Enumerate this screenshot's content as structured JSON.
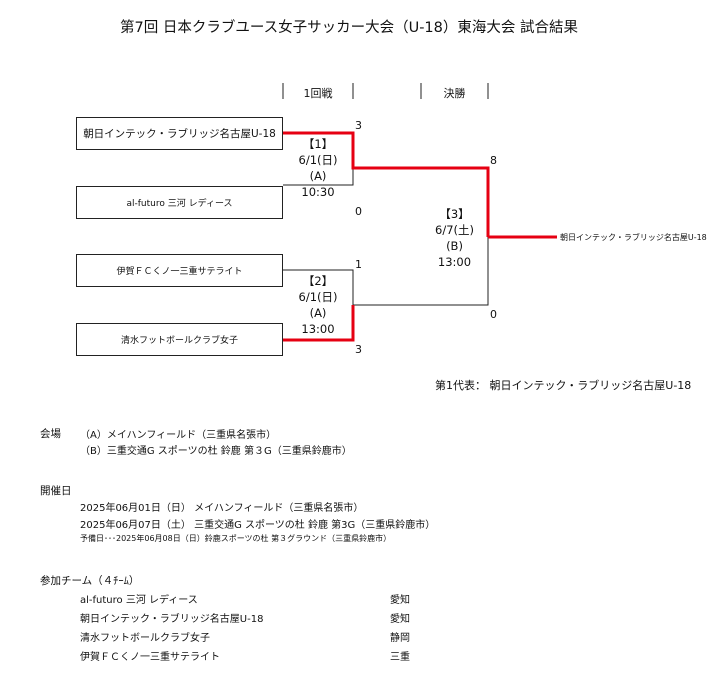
{
  "title": "第7回 日本クラブユース女子サッカー大会（U-18）東海大会 試合結果",
  "rounds": {
    "round1": "1回戦",
    "final": "決勝"
  },
  "teams": {
    "t1": "朝日インテック・ラブリッジ名古屋U-18",
    "t2": "al-futuro 三河 レディース",
    "t3": "伊賀ＦＣくノ一三重サテライト",
    "t4": "清水フットボールクラブ女子"
  },
  "matches": {
    "m1": {
      "no": "【1】",
      "date": "6/1(日)",
      "venue": "(A)",
      "time": "10:30",
      "score_top": "3",
      "score_bottom": "0"
    },
    "m2": {
      "no": "【2】",
      "date": "6/1(日)",
      "venue": "(A)",
      "time": "13:00",
      "score_top": "1",
      "score_bottom": "3"
    },
    "m3": {
      "no": "【3】",
      "date": "6/7(土)",
      "venue": "(B)",
      "time": "13:00",
      "score_top": "8",
      "score_bottom": "0"
    }
  },
  "champion": "朝日インテック・ラブリッジ名古屋U-18",
  "representative": {
    "label": "第1代表：",
    "team": "朝日インテック・ラブリッジ名古屋U-18"
  },
  "venues": {
    "label": "会場",
    "a": "（A）メイハンフィールド（三重県名張市）",
    "b": "（B）三重交通G スポーツの杜 鈴鹿 第３G（三重県鈴鹿市）"
  },
  "schedule": {
    "label": "開催日",
    "d1": "2025年06月01日（日） メイハンフィールド（三重県名張市）",
    "d2": "2025年06月07日（土） 三重交通G スポーツの杜 鈴鹿 第3G（三重県鈴鹿市）",
    "reserve": "予備日･･･2025年06月08日（日）鈴鹿スポーツの杜 第３グラウンド（三重県鈴鹿市）"
  },
  "participants": {
    "label": "参加チーム（４ﾁｰﾑ）",
    "rows": [
      {
        "team": "al-futuro 三河 レディース",
        "pref": "愛知"
      },
      {
        "team": "朝日インテック・ラブリッジ名古屋U-18",
        "pref": "愛知"
      },
      {
        "team": "清水フットボールクラブ女子",
        "pref": "静岡"
      },
      {
        "team": "伊賀ＦＣくノ一三重サテライト",
        "pref": "三重"
      }
    ]
  },
  "colors": {
    "winner_line": "#e60012",
    "line": "#222222"
  }
}
